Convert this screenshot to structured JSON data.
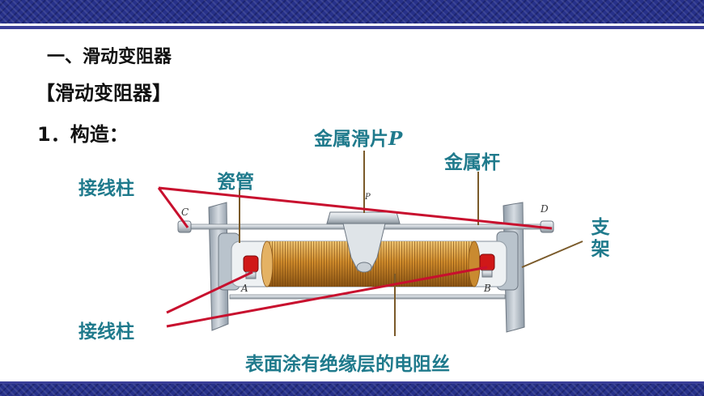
{
  "section_title": "一、滑动变阻器",
  "subtitle": "【滑动变阻器】",
  "item": "1．构造：",
  "labels": {
    "slider": "金属滑片",
    "slider_p": "P",
    "rod": "金属杆",
    "terminal_top": "接线柱",
    "tube": "瓷管",
    "support": "支架",
    "terminal_bottom": "接线柱",
    "wire": "表面涂有绝缘层的电阻丝"
  },
  "figure_letters": {
    "a": "A",
    "b": "B",
    "c": "C",
    "d": "D",
    "p": "P"
  },
  "colors": {
    "label": "#1f7a8c",
    "pointer": "#c8102e",
    "leader": "#7a5a2a",
    "band": "#27318a"
  }
}
